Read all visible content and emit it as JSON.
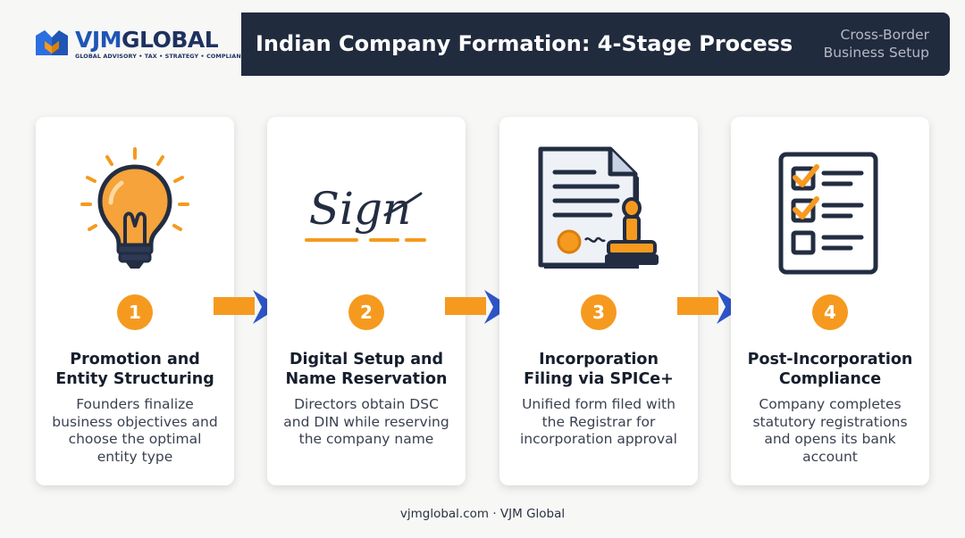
{
  "brand": {
    "name_part1": "VJM",
    "name_part2": "GLOBAL",
    "tagline": "GLOBAL ADVISORY • TAX • STRATEGY • COMPLIANCE"
  },
  "header": {
    "title": "Indian Company Formation: 4-Stage Process",
    "subtitle_line1": "Cross-Border",
    "subtitle_line2": "Business Setup"
  },
  "stages": [
    {
      "number": "1",
      "icon": "lightbulb-icon",
      "title_line1": "Promotion and",
      "title_line2": "Entity Structuring",
      "desc_line1": "Founders finalize",
      "desc_line2": "business objectives and",
      "desc_line3": "choose the optimal",
      "desc_line4": "entity type"
    },
    {
      "number": "2",
      "icon": "signature-icon",
      "icon_text": "Sign",
      "title_line1": "Digital Setup and",
      "title_line2": "Name Reservation",
      "desc_line1": "Directors obtain DSC",
      "desc_line2": "and DIN while reserving",
      "desc_line3": "the company name"
    },
    {
      "number": "3",
      "icon": "document-stamp-icon",
      "title_line1": "Incorporation",
      "title_line2": "Filing via SPICe+",
      "desc_line1": "Unified form filed with",
      "desc_line2": "the Registrar for",
      "desc_line3": "incorporation approval"
    },
    {
      "number": "4",
      "icon": "checklist-icon",
      "title_line1": "Post-Incorporation",
      "title_line2": "Compliance",
      "desc_line1": "Company completes",
      "desc_line2": "statutory registrations",
      "desc_line3": "and opens its bank",
      "desc_line4": "account"
    }
  ],
  "footer": {
    "text": "vjmglobal.com · VJM Global"
  },
  "colors": {
    "accent_orange": "#f59a1f",
    "accent_blue": "#1f56b5",
    "navy": "#212b3e"
  }
}
